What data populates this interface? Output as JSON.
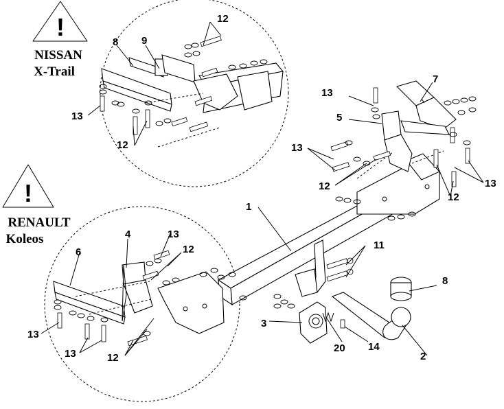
{
  "warnings": [
    {
      "symbol": "!",
      "brand": "NISSAN",
      "model": "X-Trail"
    },
    {
      "symbol": "!",
      "brand": "RENAULT",
      "model": "Koleos"
    }
  ],
  "callouts": {
    "n1": "1",
    "n2": "2",
    "n3": "3",
    "n4": "4",
    "n5": "5",
    "n6": "6",
    "n7": "7",
    "n8": "8",
    "n9": "9",
    "n11": "11",
    "n12": "12",
    "n13": "13",
    "n14": "14",
    "n20": "20"
  }
}
